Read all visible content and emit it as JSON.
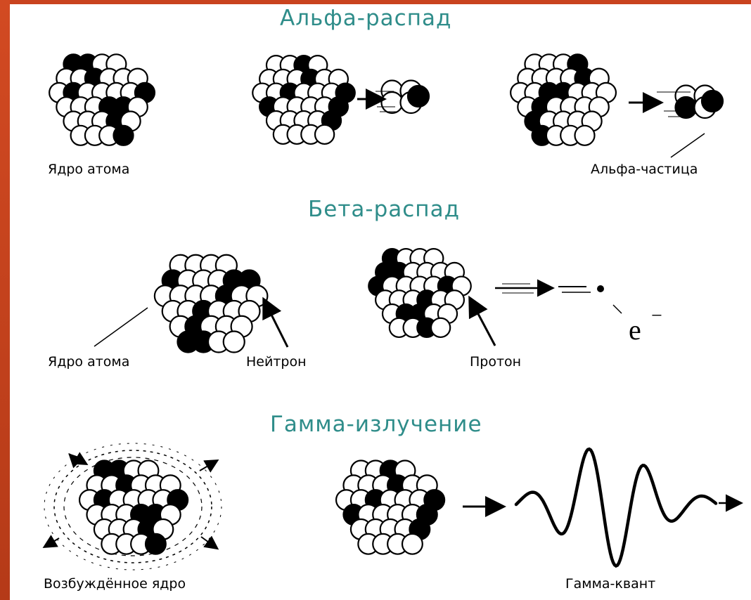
{
  "headings": {
    "alpha": "Альфа-распад",
    "beta": "Бета-распад",
    "gamma": "Гамма-излучение"
  },
  "labels": {
    "alpha_nucleus": "Ядро атома",
    "alpha_particle": "Альфа-частица",
    "beta_nucleus": "Ядро атома",
    "neutron": "Нейтрон",
    "proton": "Протон",
    "electron": "e",
    "electron_sign": "−",
    "excited_nucleus": "Возбуждённое ядро",
    "gamma_quantum": "Гамма-квант"
  },
  "colors": {
    "frame": "#c9431f",
    "heading": "#2f8d8a",
    "background": "#ffffff",
    "ink": "#000000"
  }
}
